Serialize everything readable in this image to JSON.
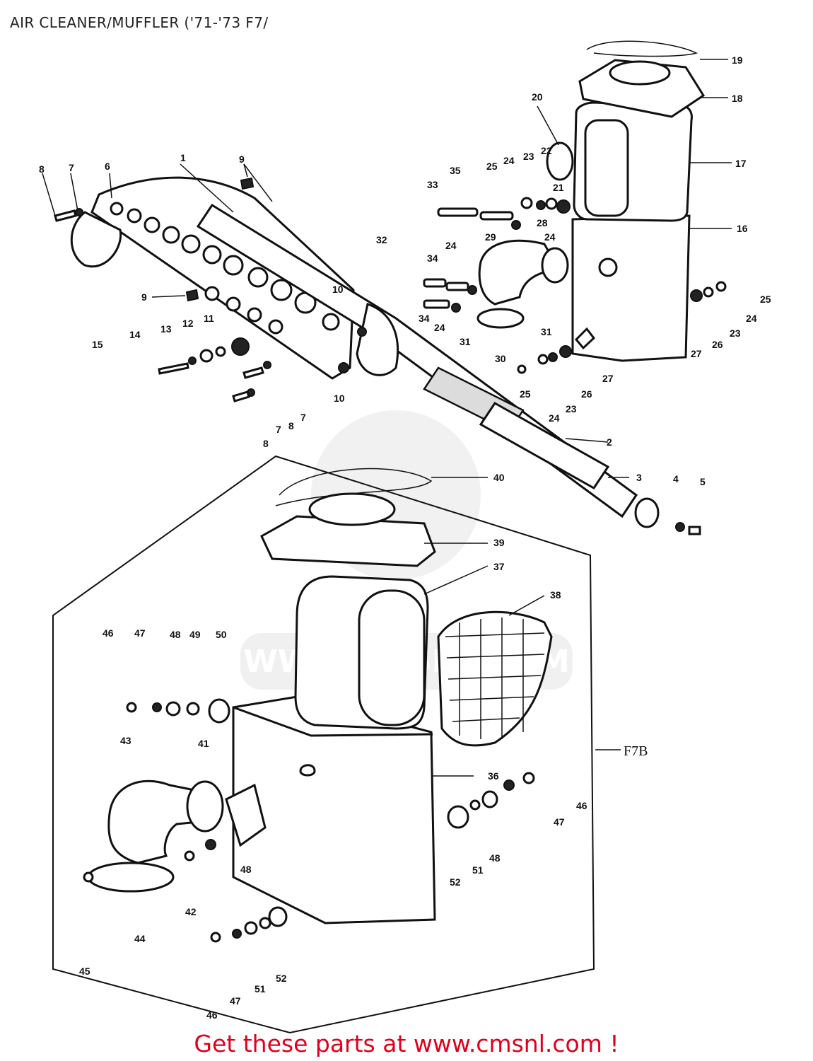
{
  "title": "AIR CLEANER/MUFFLER ('71-'73 F7/",
  "footer": "Get these parts at www.cmsnl.com !",
  "group_label": "F7B",
  "watermark": "WWW.CMSNL.COM",
  "callouts": {
    "c1": "1",
    "c2": "2",
    "c3": "3",
    "c4": "4",
    "c5": "5",
    "c6": "6",
    "c7a": "7",
    "c7b": "7",
    "c7c": "7",
    "c8a": "8",
    "c8b": "8",
    "c8c": "8",
    "c9a": "9",
    "c9b": "9",
    "c10a": "10",
    "c10b": "10",
    "c11": "11",
    "c12": "12",
    "c13": "13",
    "c14": "14",
    "c15": "15",
    "c16": "16",
    "c17": "17",
    "c18": "18",
    "c19": "19",
    "c20": "20",
    "c21": "21",
    "c22": "22",
    "c23a": "23",
    "c23b": "23",
    "c23c": "23",
    "c24a": "24",
    "c24b": "24",
    "c24c": "24",
    "c24d": "24",
    "c24e": "24",
    "c24f": "24",
    "c25a": "25",
    "c25b": "25",
    "c25c": "25",
    "c26a": "26",
    "c26b": "26",
    "c27a": "27",
    "c27b": "27",
    "c28": "28",
    "c29": "29",
    "c30": "30",
    "c31a": "31",
    "c31b": "31",
    "c32": "32",
    "c33": "33",
    "c34a": "34",
    "c34b": "34",
    "c35": "35",
    "c36": "36",
    "c37": "37",
    "c38": "38",
    "c39": "39",
    "c40": "40",
    "c41": "41",
    "c42": "42",
    "c43": "43",
    "c44": "44",
    "c45": "45",
    "c46a": "46",
    "c46b": "46",
    "c46c": "46",
    "c47a": "47",
    "c47b": "47",
    "c47c": "47",
    "c48a": "48",
    "c48b": "48",
    "c48c": "48",
    "c49": "49",
    "c50": "50",
    "c51a": "51",
    "c51b": "51",
    "c52a": "52",
    "c52b": "52"
  }
}
